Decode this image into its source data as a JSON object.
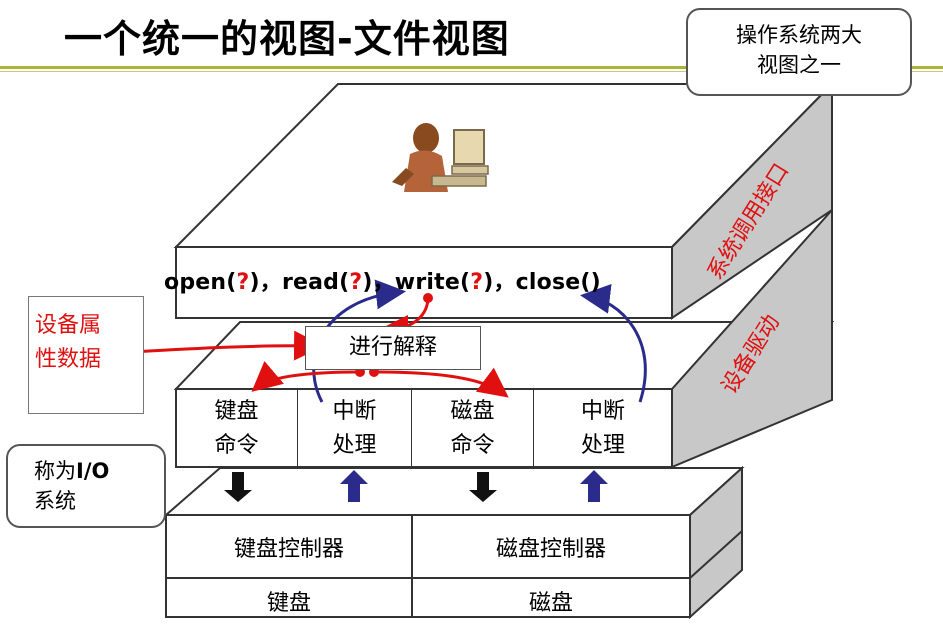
{
  "title": "一个统一的视图-文件视图",
  "callout_top": {
    "line1": "操作系统两大",
    "line2": "视图之一"
  },
  "callout_io": {
    "prefix": "称为",
    "io": "I/O",
    "line2": "系统"
  },
  "device_note": {
    "line1": "设备属",
    "line2": "性数据"
  },
  "syscall_label": "系统调用接口",
  "driver_label": "设备驱动",
  "api": {
    "open": "open(",
    "q1": "?",
    "sep1": ")，",
    "read": "read(",
    "q2": "?",
    "sep2": ")，",
    "write": "write(",
    "q3": "?",
    "sep3": ")，",
    "close": "close()"
  },
  "interpret_label": "进行解释",
  "driver_cells": [
    {
      "line1": "键盘",
      "line2": "命令"
    },
    {
      "line1": "中断",
      "line2": "处理"
    },
    {
      "line1": "磁盘",
      "line2": "命令"
    },
    {
      "line1": "中断",
      "line2": "处理"
    }
  ],
  "controllers": {
    "keyboard": "键盘控制器",
    "disk": "磁盘控制器"
  },
  "devices": {
    "keyboard": "键盘",
    "disk": "磁盘"
  },
  "colors": {
    "red": "#e01010",
    "blue": "#2b2b8c",
    "accent": "#a9b23a",
    "side": "#c8c8c8"
  }
}
